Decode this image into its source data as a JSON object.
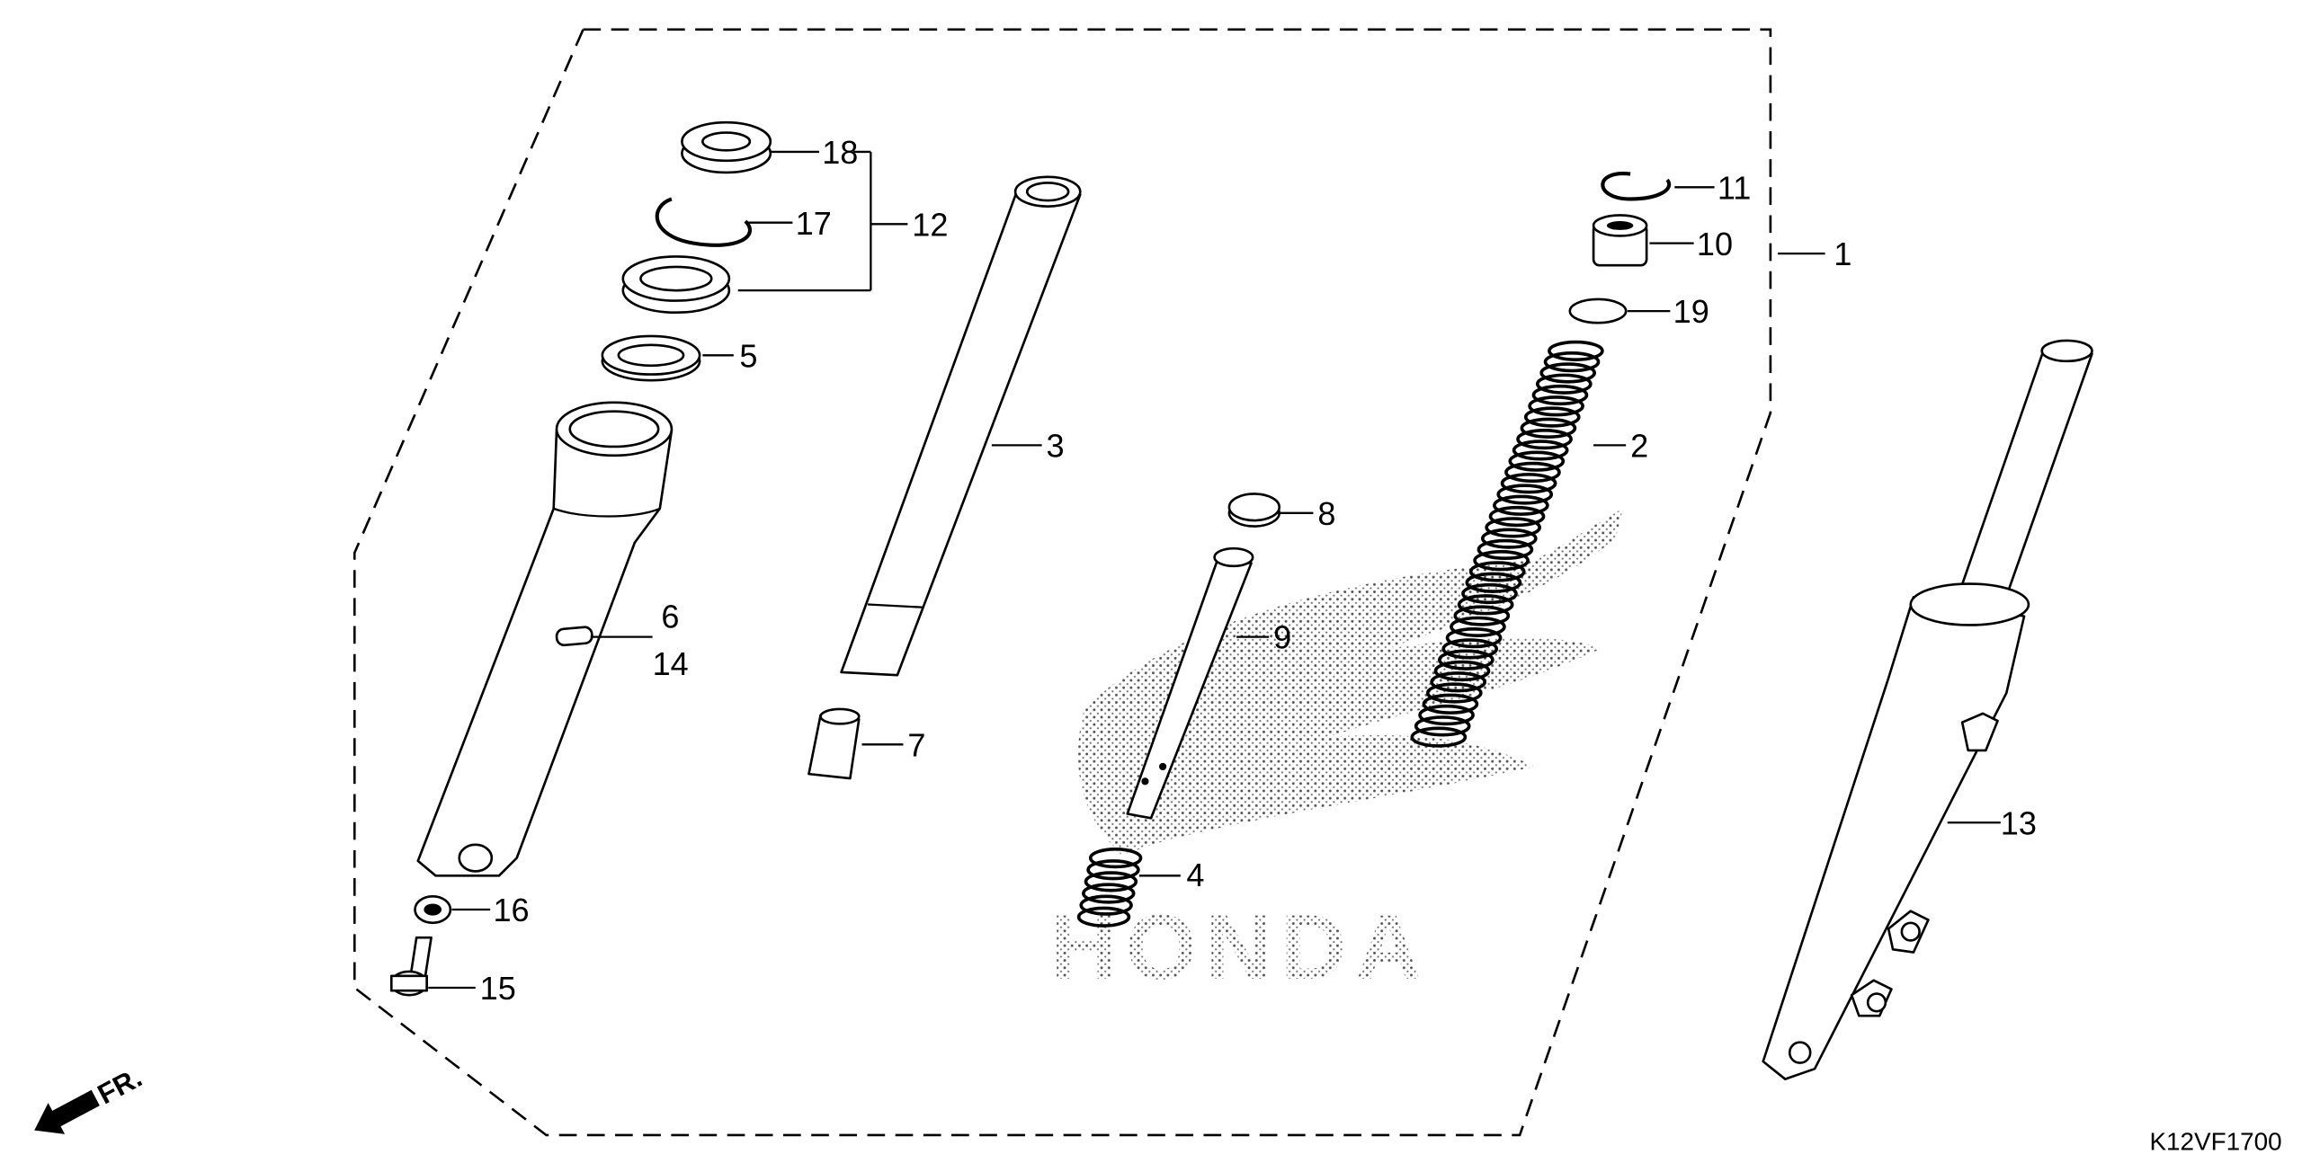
{
  "diagram": {
    "code": "K12VF1700",
    "direction_label": "FR.",
    "watermark": "HONDA",
    "callouts": [
      "1",
      "2",
      "3",
      "4",
      "5",
      "6",
      "7",
      "8",
      "9",
      "10",
      "11",
      "12",
      "13",
      "14",
      "15",
      "16",
      "17",
      "18",
      "19"
    ],
    "colors": {
      "ink": "#000000",
      "background": "#ffffff"
    }
  }
}
